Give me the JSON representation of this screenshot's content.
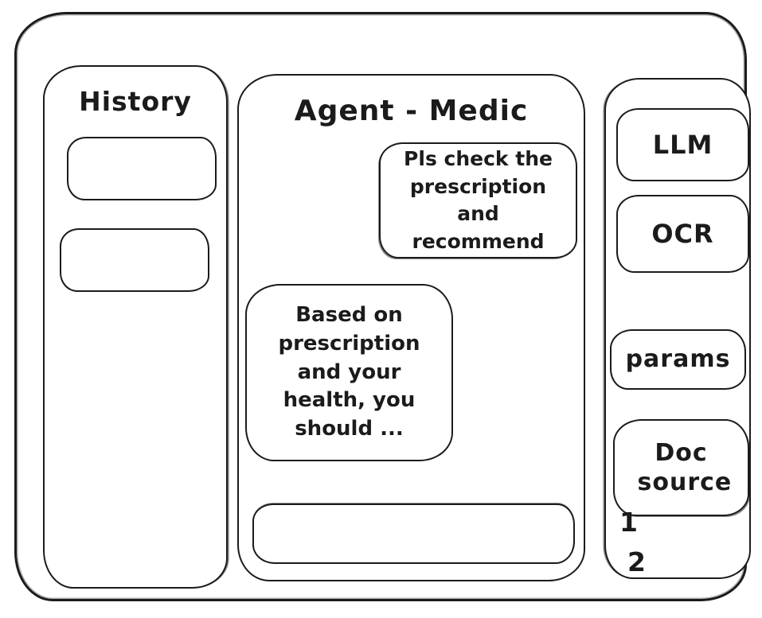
{
  "meta": {
    "ink_color": "#1b1b1b",
    "background_color": "#ffffff",
    "style": "hand-drawn-wireframe"
  },
  "history_panel": {
    "title": "History",
    "items": [
      {
        "label": ""
      },
      {
        "label": ""
      }
    ]
  },
  "chat_panel": {
    "title": "Agent - Medic",
    "messages": {
      "user": "Pls check the prescription and recommend",
      "assistant": "Based on prescription and your health, you should ..."
    },
    "input": {
      "value": "",
      "placeholder": ""
    }
  },
  "tools_panel": {
    "llm_button": "LLM",
    "ocr_button": "OCR",
    "params_button": "params",
    "doc_source_button": "Doc source",
    "doc_source_items": {
      "first": "1",
      "second": "2"
    }
  }
}
